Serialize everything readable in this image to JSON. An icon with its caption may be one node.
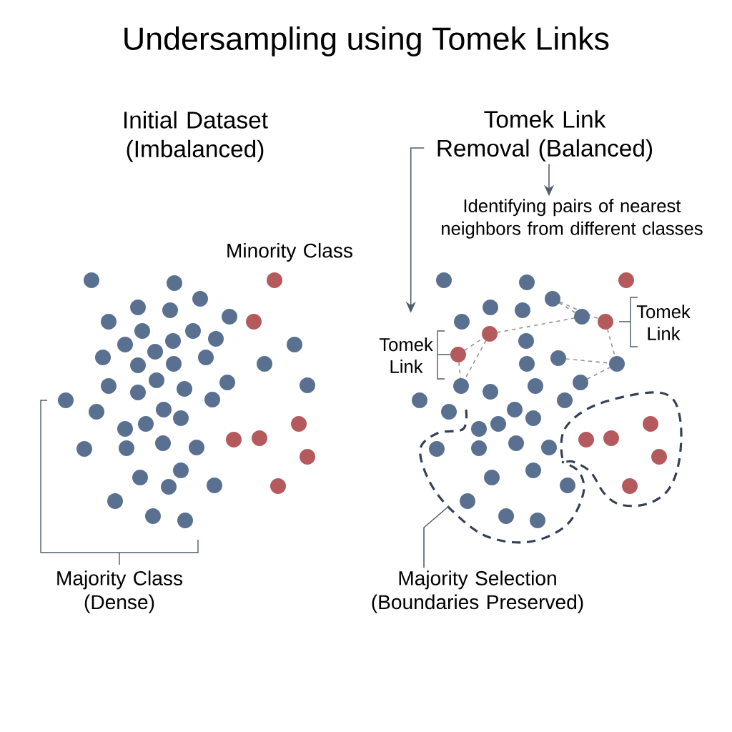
{
  "diagram": {
    "title": "Undersampling using Tomek Links",
    "nodes": [
      {
        "text": [
          "Tomek Link Removal (Balanced)"
        ]
      },
      {
        "text": [
          "Identifying pairs of nearest neighbors from different classes"
        ]
      },
      {
        "text": [
          "Majority Selection (Boundaries Preserved)"
        ]
      },
      {
        "text": [],
        "shape": "picture"
      },
      {
        "text": [],
        "shape": "cloud",
        "in": 3
      },
      {
        "text": [],
        "shape": "cloud",
        "in": 3
      }
    ],
    "edges": [
      {
        "from": 0,
        "to": 3,
        "arrow": "to"
      },
      {
        "from": 0,
        "to": 1,
        "arrow": "to"
      },
      {
        "from": 2,
        "to": 4,
        "arrow": "none"
      }
    ],
    "labels": [
      "Initial Dataset (Imbalanced)",
      "Minority Class",
      "Tomek Link",
      "Tomek Link",
      "Majority Class (Dense)"
    ]
  }
}
